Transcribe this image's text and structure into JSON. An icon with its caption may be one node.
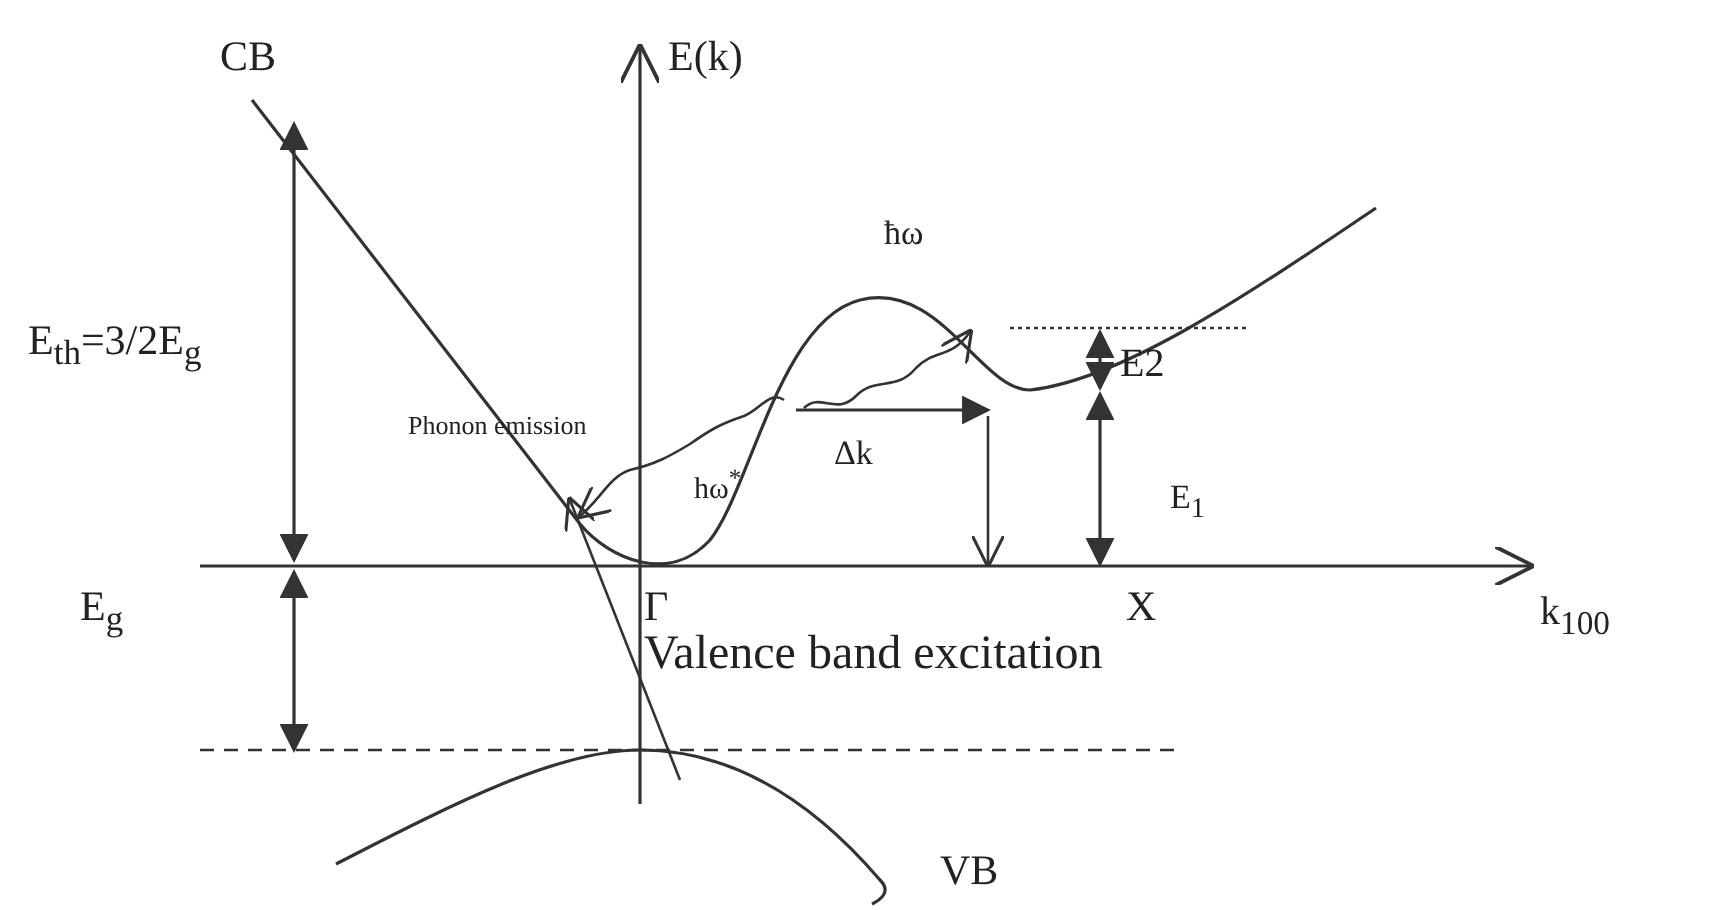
{
  "diagram": {
    "labels": [
      "CB",
      "E(k)",
      "E$_{th}$=3/2E$_{g}$",
      "Phonon emission",
      "ħω",
      "E2",
      "Δk",
      "hω$^{*}$",
      "E$_{1}$",
      "E$_{g}$",
      "Γ",
      "X",
      "Valence band excitation",
      "k$_{100}$",
      "VB"
    ]
  }
}
